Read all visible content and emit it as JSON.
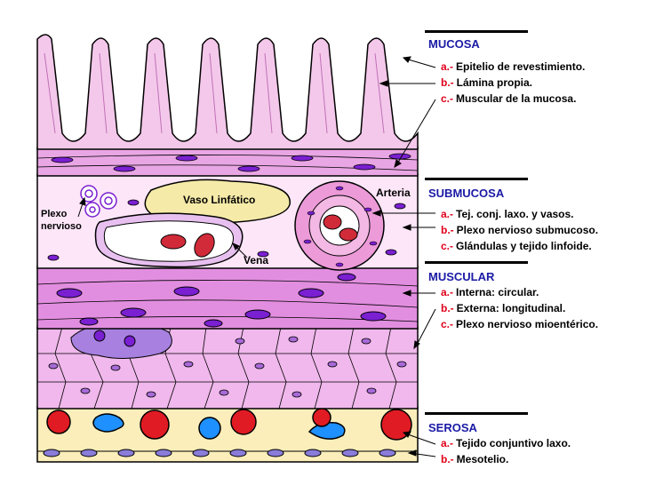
{
  "sections": [
    {
      "title": "MUCOSA",
      "items": [
        {
          "letter": "a.-",
          "text": "Epitelio de revestimiento."
        },
        {
          "letter": "b.-",
          "text": "Lámina propia."
        },
        {
          "letter": "c.-",
          "text": "Muscular de la mucosa."
        }
      ]
    },
    {
      "title": "SUBMUCOSA",
      "items": [
        {
          "letter": "a.-",
          "text": "Tej. conj. laxo. y vasos."
        },
        {
          "letter": "b.-",
          "text": "Plexo nervioso submucoso."
        },
        {
          "letter": "c.-",
          "text": "Glándulas y tejido linfoide."
        }
      ]
    },
    {
      "title": "MUSCULAR",
      "items": [
        {
          "letter": "a.-",
          "text": "Interna: circular."
        },
        {
          "letter": "b.-",
          "text": "Externa: longitudinal."
        },
        {
          "letter": "c.-",
          "text": "Plexo nervioso mioentérico."
        }
      ]
    },
    {
      "title": "SEROSA",
      "items": [
        {
          "letter": "a.-",
          "text": "Tejido conjuntivo laxo."
        },
        {
          "letter": "b.-",
          "text": "Mesotelio."
        }
      ]
    }
  ],
  "labels": {
    "vaso_linfatico": "Vaso Linfático",
    "arteria": "Arteria",
    "plexo_line1": "Plexo",
    "plexo_line2": "nervioso",
    "vena": "Vena"
  },
  "colors": {
    "villi": "#f4c8ea",
    "mucosa_band": "#e9a6e4",
    "submucosa": "#fde6f8",
    "lymph_vessel": "#f5eaa8",
    "muscular_inner": "#e28ee0",
    "muscular_outer": "#f0b8ec",
    "serosa": "#fbeebb",
    "nucleus": "#7a1fd1",
    "red_cell": "#e01b24",
    "blue_cell": "#1e90ff",
    "title_blue": "#1a1aa6",
    "letter_red": "#e0001b"
  }
}
